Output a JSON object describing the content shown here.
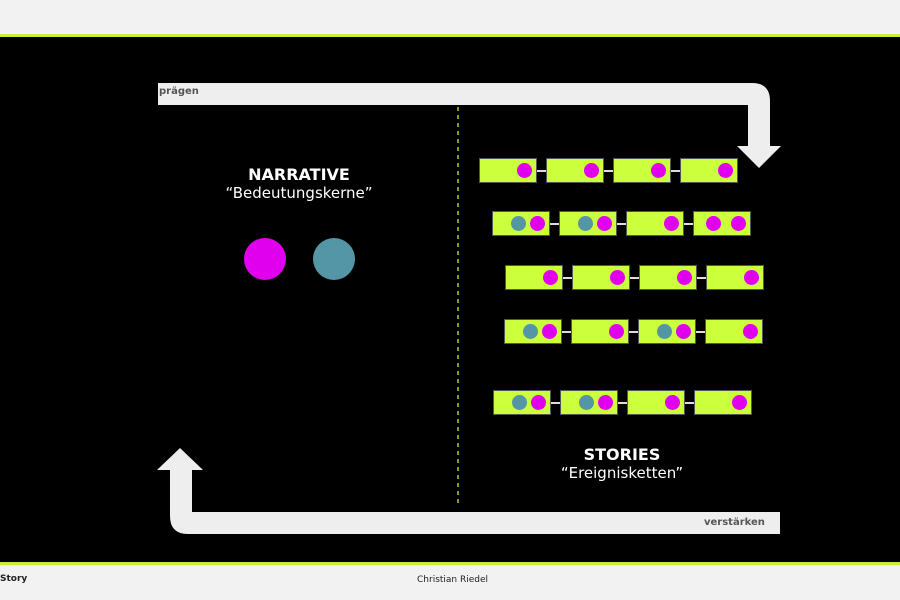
{
  "arrows": {
    "top_label": "prägen",
    "bottom_label": "verstärken"
  },
  "narrative": {
    "title": "NARRATIVE",
    "subtitle": "“Bedeutungskerne”"
  },
  "stories": {
    "title": "STORIES",
    "subtitle": "“Ereignisketten”"
  },
  "colors": {
    "magenta": "#e000ee",
    "teal": "#5496a6",
    "lime": "#ccff3c"
  },
  "chains": [
    [
      [
        "magenta"
      ],
      [
        "magenta"
      ],
      [
        "magenta"
      ],
      [
        "magenta"
      ]
    ],
    [
      [
        "teal",
        "magenta"
      ],
      [
        "teal",
        "magenta"
      ],
      [
        "magenta"
      ],
      [
        "magenta",
        "magenta"
      ]
    ],
    [
      [
        "magenta"
      ],
      [
        "magenta"
      ],
      [
        "magenta"
      ],
      [
        "magenta"
      ]
    ],
    [
      [
        "teal",
        "magenta"
      ],
      [
        "magenta"
      ],
      [
        "teal",
        "magenta"
      ],
      [
        "magenta"
      ]
    ],
    [
      [
        "teal",
        "magenta"
      ],
      [
        "teal",
        "magenta"
      ],
      [
        "magenta"
      ],
      [
        "magenta"
      ]
    ]
  ],
  "footer": {
    "left": "Story",
    "author": "Christian Riedel"
  }
}
